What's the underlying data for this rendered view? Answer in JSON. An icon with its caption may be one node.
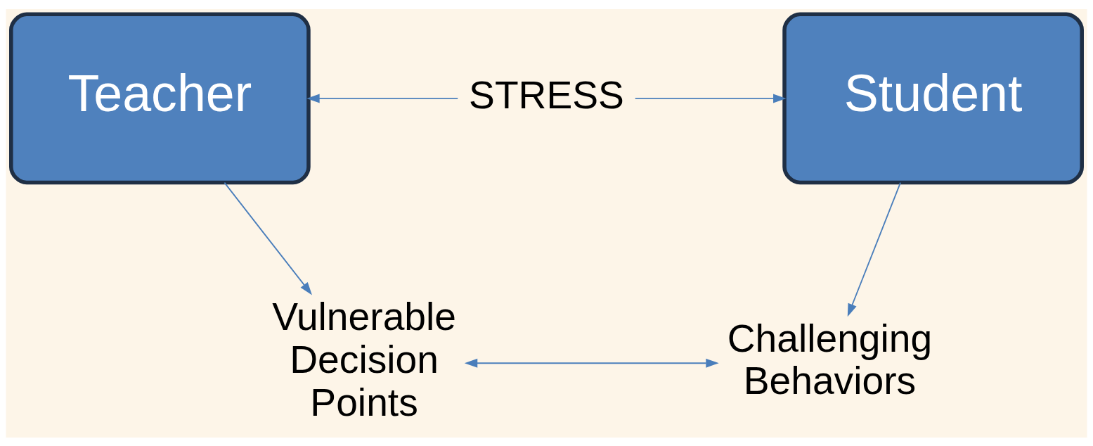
{
  "diagram": {
    "nodes": [
      {
        "text": [
          "Teacher"
        ]
      },
      {
        "text": [
          "STRESS"
        ]
      },
      {
        "text": [
          "Student"
        ]
      },
      {
        "text": [
          "Vulnerable Decision Points"
        ]
      },
      {
        "text": [
          "Challenging Behaviors"
        ]
      }
    ],
    "edges": [
      {
        "from": 1,
        "to": 0,
        "arrow": "to"
      },
      {
        "from": 1,
        "to": 2,
        "arrow": "to"
      },
      {
        "from": 0,
        "to": 3,
        "arrow": "to"
      },
      {
        "from": 2,
        "to": 4,
        "arrow": "to"
      },
      {
        "from": 3,
        "to": 4,
        "arrow": "both"
      }
    ]
  }
}
